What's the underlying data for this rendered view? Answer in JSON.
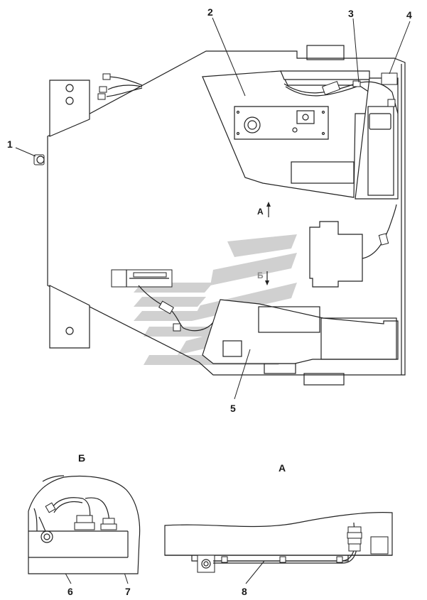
{
  "callouts": [
    "1",
    "2",
    "3",
    "4",
    "5",
    "6",
    "7",
    "8"
  ],
  "views": {
    "a_marker": "А",
    "b_marker": "Б",
    "a_title": "А",
    "b_title": "Б"
  },
  "watermark_color": "#c8c8c8"
}
